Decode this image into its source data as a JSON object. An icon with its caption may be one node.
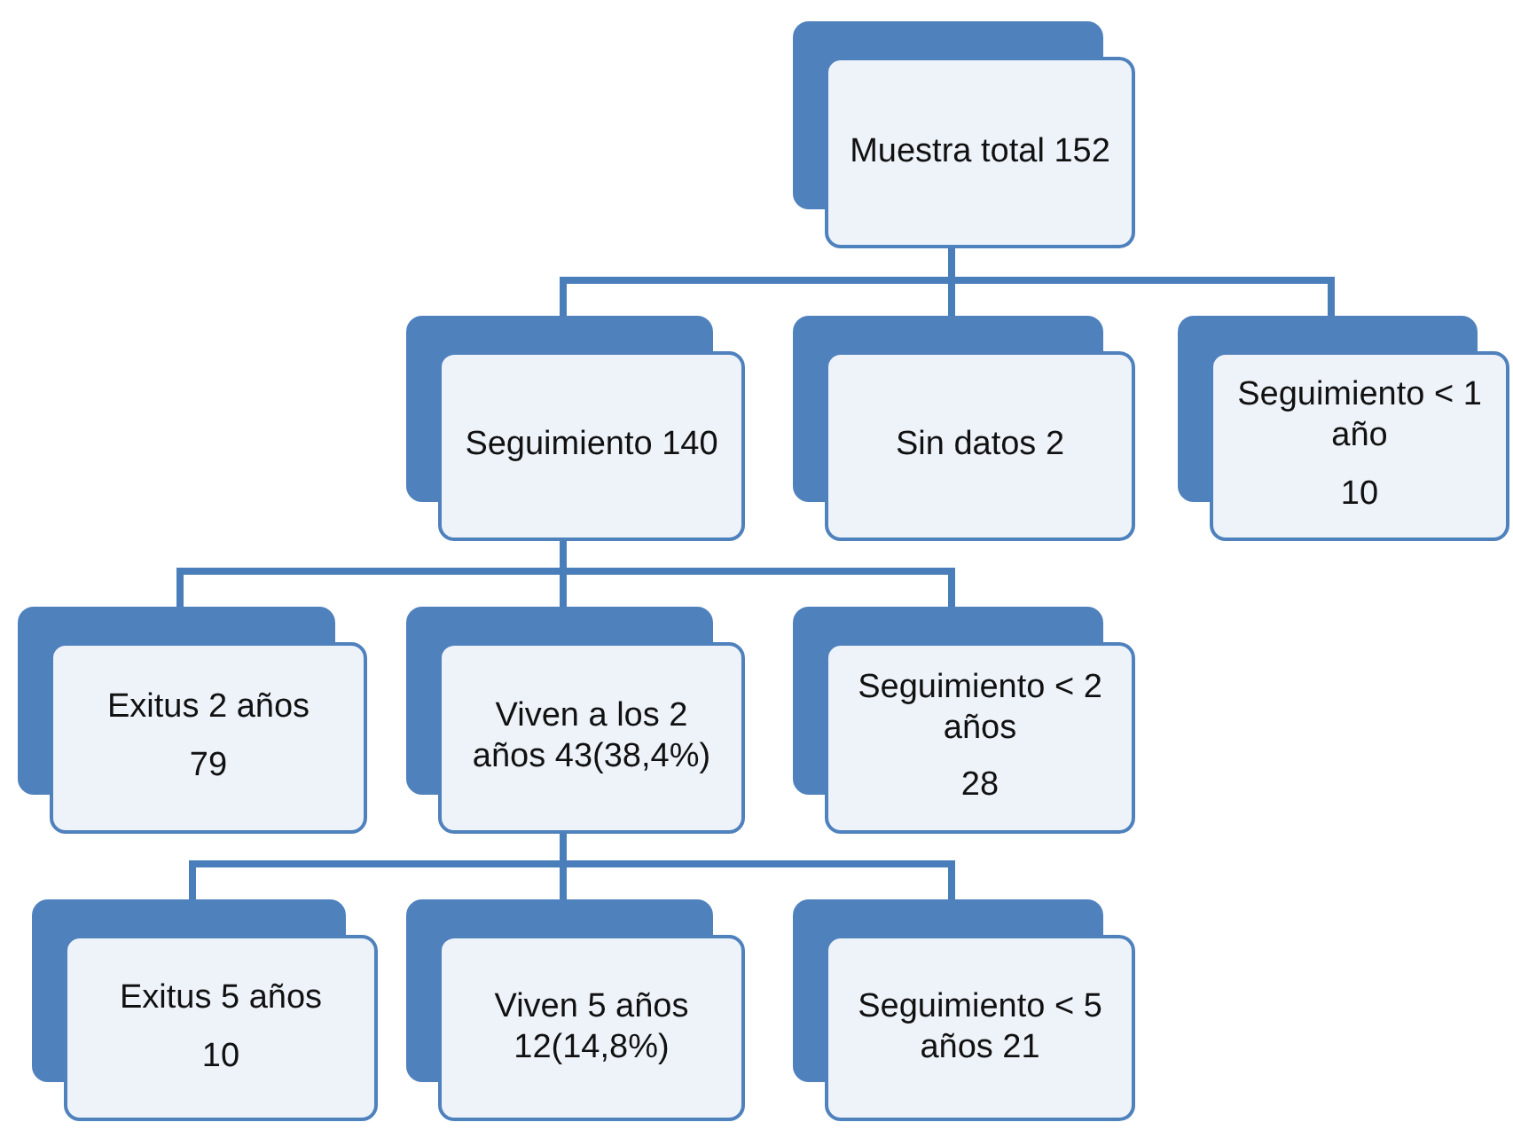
{
  "diagram": {
    "nodes": [
      {
        "text": [
          "Muestra total 152"
        ]
      },
      {
        "text": [
          "Seguimiento 140"
        ]
      },
      {
        "text": [
          "Sin datos 2"
        ]
      },
      {
        "text": [
          "Seguimiento < 1 año",
          "10"
        ]
      },
      {
        "text": [
          "Exitus 2 años",
          "79"
        ]
      },
      {
        "text": [
          "Viven a los 2 años 43(38,4%)"
        ]
      },
      {
        "text": [
          "Seguimiento < 2 años",
          "28"
        ]
      },
      {
        "text": [
          "Exitus 5 años",
          "10"
        ]
      },
      {
        "text": [
          "Viven 5 años 12(14,8%)"
        ]
      },
      {
        "text": [
          "Seguimiento < 5 años 21"
        ]
      }
    ],
    "edges": [
      {
        "from": 0,
        "to": 1,
        "arrow": "none"
      },
      {
        "from": 0,
        "to": 2,
        "arrow": "none"
      },
      {
        "from": 0,
        "to": 3,
        "arrow": "none"
      },
      {
        "from": 1,
        "to": 4,
        "arrow": "none"
      },
      {
        "from": 1,
        "to": 5,
        "arrow": "none"
      },
      {
        "from": 1,
        "to": 6,
        "arrow": "none"
      },
      {
        "from": 5,
        "to": 7,
        "arrow": "none"
      },
      {
        "from": 5,
        "to": 8,
        "arrow": "none"
      },
      {
        "from": 5,
        "to": 9,
        "arrow": "none"
      }
    ]
  }
}
